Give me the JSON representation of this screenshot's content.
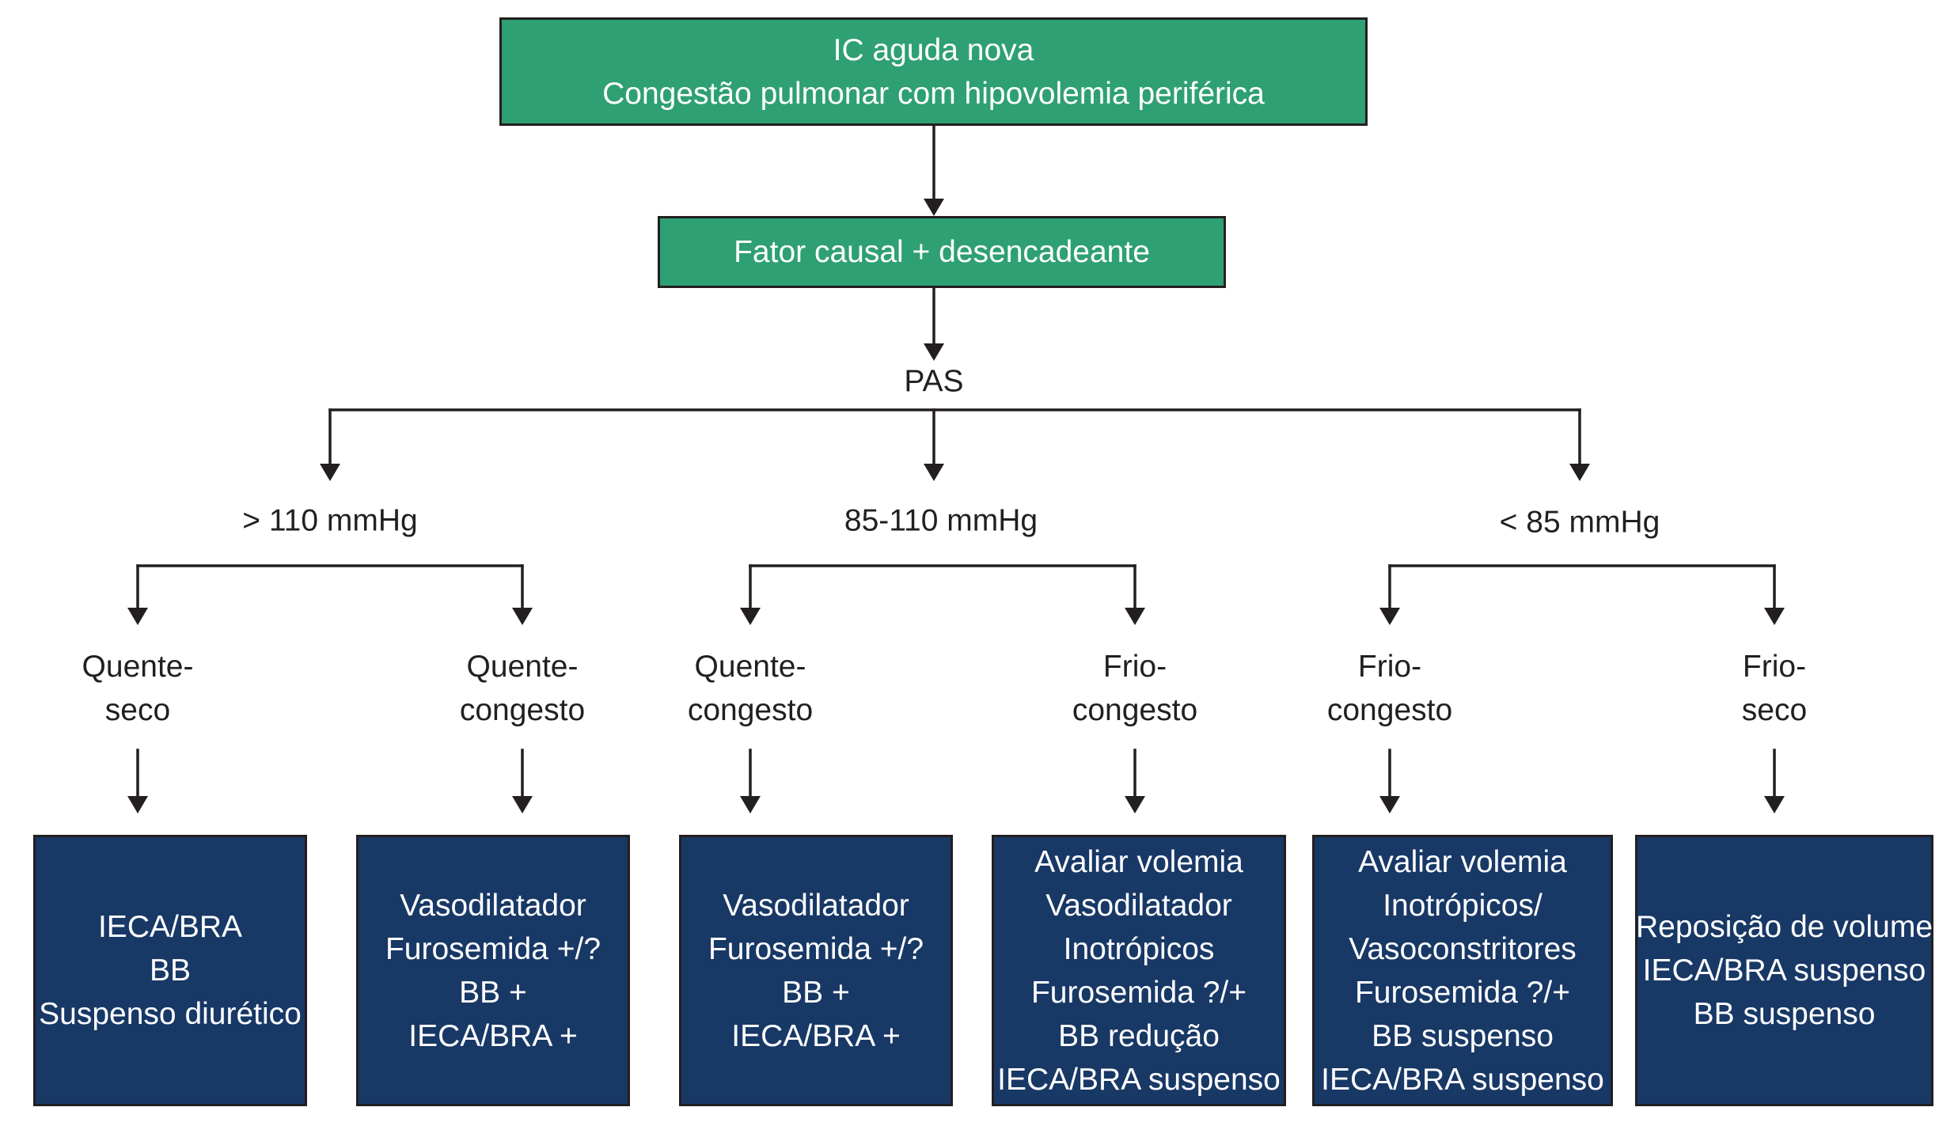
{
  "colors": {
    "top_box": "#2ea073",
    "treatment_box": "#183866",
    "lines": "#231f20"
  },
  "header": {
    "title_lines": [
      "IC aguda nova",
      "Congestão pulmonar com hipovolemia periférica"
    ]
  },
  "cause": {
    "label": "Fator causal + desencadeante"
  },
  "pas_label": "PAS",
  "pressure_groups": [
    {
      "label": "> 110 mmHg",
      "profiles": [
        {
          "lines": [
            "Quente-",
            "seco"
          ],
          "treatment": [
            "IECA/BRA",
            "BB",
            "Suspenso diurético"
          ]
        },
        {
          "lines": [
            "Quente-",
            "congesto"
          ],
          "treatment": [
            "Vasodilatador",
            "Furosemida +/?",
            "BB +",
            "IECA/BRA +"
          ]
        }
      ]
    },
    {
      "label": "85-110 mmHg",
      "profiles": [
        {
          "lines": [
            "Quente-",
            "congesto"
          ],
          "treatment": [
            "Vasodilatador",
            "Furosemida +/?",
            "BB +",
            "IECA/BRA +"
          ]
        },
        {
          "lines": [
            "Frio-",
            "congesto"
          ],
          "treatment": [
            "Avaliar volemia",
            "Vasodilatador",
            "Inotrópicos",
            "Furosemida ?/+",
            "BB redução",
            "IECA/BRA suspenso"
          ]
        }
      ]
    },
    {
      "label": "< 85 mmHg",
      "profiles": [
        {
          "lines": [
            "Frio-",
            "congesto"
          ],
          "treatment": [
            "Avaliar volemia",
            "Inotrópicos/",
            "Vasoconstritores",
            "Furosemida ?/+",
            "BB suspenso",
            "IECA/BRA suspenso"
          ]
        },
        {
          "lines": [
            "Frio-",
            "seco"
          ],
          "treatment": [
            "Reposição de volume",
            "IECA/BRA suspenso",
            "BB suspenso"
          ]
        }
      ]
    }
  ]
}
